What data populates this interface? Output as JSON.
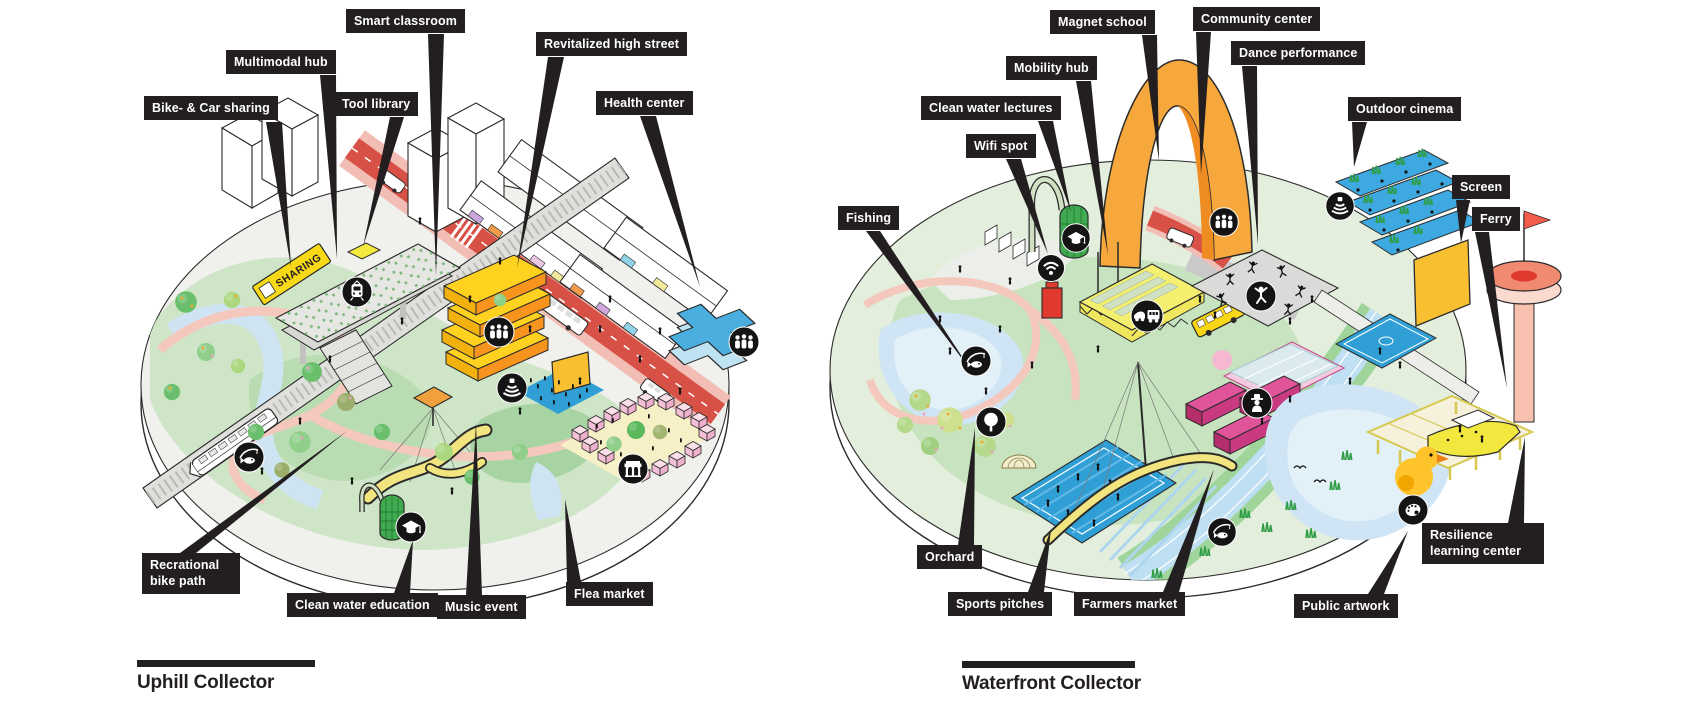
{
  "uphill": {
    "title": "Uphill Collector",
    "labels": {
      "bike_car_sharing": "Bike- & Car sharing",
      "multimodal_hub": "Multimodal hub",
      "smart_classroom": "Smart classroom",
      "tool_library": "Tool library",
      "revitalized_high_street": "Revitalized high street",
      "health_center": "Health center",
      "recreational_bike_path": "Recrational bike path",
      "clean_water_education": "Clean water education",
      "music_event": "Music event",
      "flea_market": "Flea market"
    },
    "sign_sharing": "SHARING",
    "icons": [
      "train-icon",
      "people-group-icon",
      "people-group-icon",
      "speaker-icon",
      "fishing-icon",
      "graduation-cap-icon",
      "market-stall-icon"
    ]
  },
  "waterfront": {
    "title": "Waterfront Collector",
    "labels": {
      "magnet_school": "Magnet school",
      "community_center": "Community center",
      "mobility_hub": "Mobility hub",
      "dance_performance": "Dance performance",
      "clean_water_lectures": "Clean water lectures",
      "wifi_spot": "Wifi spot",
      "fishing": "Fishing",
      "outdoor_cinema": "Outdoor cinema",
      "screen": "Screen",
      "ferry": "Ferry",
      "orchard": "Orchard",
      "sports_pitches": "Sports pitches",
      "farmers_market": "Farmers market",
      "resilience_learning_center": "Resilience learning center",
      "public_artwork": "Public artwork"
    },
    "icons": [
      "graduation-cap-icon",
      "wifi-icon",
      "people-group-icon",
      "vehicles-icon",
      "dancer-icon",
      "speaker-icon",
      "fishing-icon",
      "tree-icon",
      "farmer-icon",
      "fishing-icon",
      "palette-icon"
    ]
  },
  "colors": {
    "label_bg": "#231f20",
    "label_text": "#ffffff",
    "icon_bg": "#141414",
    "park_green": "#cfe5c8",
    "water_blue": "#cfe4f4",
    "path_pink": "#f4c8bd",
    "street_red": "#d85146",
    "accent_yellow": "#ffd21f",
    "accent_orange": "#f7a83d",
    "accent_blue": "#3da9e0",
    "stall_pink": "#f3c0d6",
    "container_magenta": "#c13573",
    "tower_green": "#3faa4f",
    "ferry_salmon": "#f08a70"
  }
}
